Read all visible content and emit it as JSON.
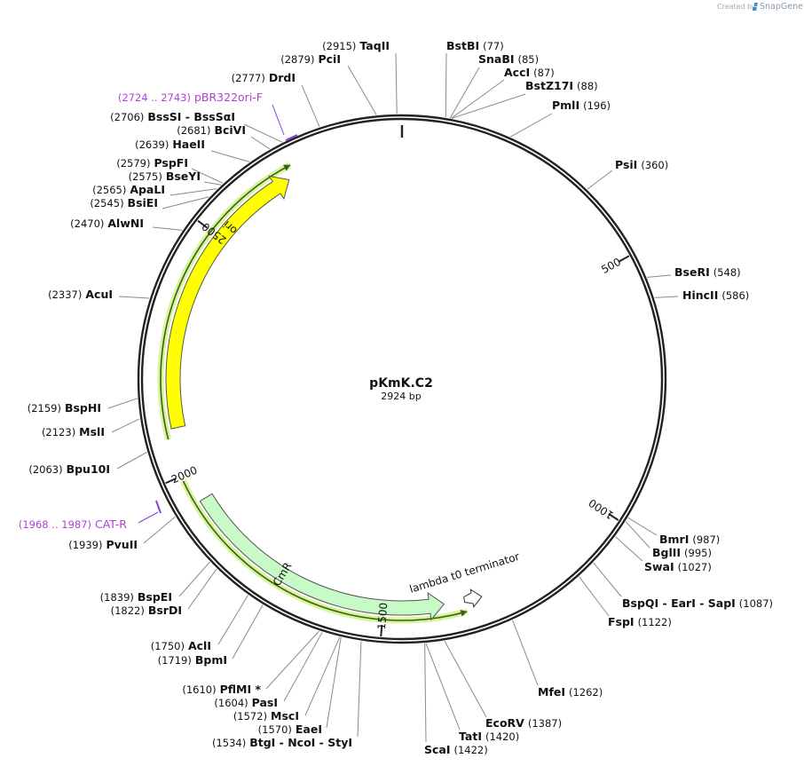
{
  "header": {
    "created_by": "Created by",
    "brand": "SnapGene"
  },
  "plasmid": {
    "name": "pKmK.C2",
    "length": "2924 bp",
    "total_bp": 2924
  },
  "ticks": [
    {
      "label": "500",
      "bp": 500
    },
    {
      "label": "1000",
      "bp": 1000
    },
    {
      "label": "1500",
      "bp": 1500
    },
    {
      "label": "2000",
      "bp": 2000
    },
    {
      "label": "2500",
      "bp": 2500
    }
  ],
  "features": [
    {
      "name": "ori",
      "start": 2094,
      "end": 2684,
      "color": "#ffff00",
      "stroke": "#555555",
      "direction": "cw"
    },
    {
      "name": "CmR",
      "start": 1376,
      "end": 1940,
      "color": "#c8fac8",
      "stroke": "#555555",
      "direction": "ccw"
    },
    {
      "name": "lambda t0 terminator",
      "bp": 1320,
      "color": "#ffffff"
    }
  ],
  "primer_bands": [
    {
      "start": 2075,
      "end": 2700,
      "direction": "cw"
    },
    {
      "start": 1335,
      "end": 1990,
      "direction": "ccw"
    }
  ],
  "primers": [
    {
      "range": "(2724 .. 2743)",
      "name": "pBR322ori-F",
      "bp": 2734
    },
    {
      "range": "(1968 .. 1987)",
      "name": "CAT-R",
      "bp": 1977
    }
  ],
  "sites": [
    {
      "name": "TaqII",
      "pos": "(2915)",
      "bp": 2915
    },
    {
      "name": "PciI",
      "pos": "(2879)",
      "bp": 2879
    },
    {
      "name": "DrdI",
      "pos": "(2777)",
      "bp": 2777
    },
    {
      "name": "BssSI - BssSαI",
      "pos": "(2706)",
      "bp": 2706
    },
    {
      "name": "BciVI",
      "pos": "(2681)",
      "bp": 2681
    },
    {
      "name": "HaeII",
      "pos": "(2639)",
      "bp": 2639
    },
    {
      "name": "PspFI",
      "pos": "(2579)",
      "bp": 2579
    },
    {
      "name": "BseYI",
      "pos": "(2575)",
      "bp": 2575
    },
    {
      "name": "ApaLI",
      "pos": "(2565)",
      "bp": 2565
    },
    {
      "name": "BsiEI",
      "pos": "(2545)",
      "bp": 2545
    },
    {
      "name": "AlwNI",
      "pos": "(2470)",
      "bp": 2470
    },
    {
      "name": "AcuI",
      "pos": "(2337)",
      "bp": 2337
    },
    {
      "name": "BspHI",
      "pos": "(2159)",
      "bp": 2159
    },
    {
      "name": "MslI",
      "pos": "(2123)",
      "bp": 2123
    },
    {
      "name": "Bpu10I",
      "pos": "(2063)",
      "bp": 2063
    },
    {
      "name": "PvuII",
      "pos": "(1939)",
      "bp": 1939
    },
    {
      "name": "BspEI",
      "pos": "(1839)",
      "bp": 1839
    },
    {
      "name": "BsrDI",
      "pos": "(1822)",
      "bp": 1822
    },
    {
      "name": "AclI",
      "pos": "(1750)",
      "bp": 1750
    },
    {
      "name": "BpmI",
      "pos": "(1719)",
      "bp": 1719
    },
    {
      "name": "PflMI *",
      "pos": "(1610)",
      "bp": 1610
    },
    {
      "name": "PasI",
      "pos": "(1604)",
      "bp": 1604
    },
    {
      "name": "MscI",
      "pos": "(1572)",
      "bp": 1572
    },
    {
      "name": "EaeI",
      "pos": "(1570)",
      "bp": 1570
    },
    {
      "name": "BtgI - NcoI - StyI",
      "pos": "(1534)",
      "bp": 1534
    },
    {
      "name": "ScaI",
      "pos": "(1422)",
      "bp": 1422
    },
    {
      "name": "TatI",
      "pos": "(1420)",
      "bp": 1420
    },
    {
      "name": "EcoRV",
      "pos": "(1387)",
      "bp": 1387
    },
    {
      "name": "MfeI",
      "pos": "(1262)",
      "bp": 1262
    },
    {
      "name": "FspI",
      "pos": "(1122)",
      "bp": 1122
    },
    {
      "name": "BspQI - EarI - SapI",
      "pos": "(1087)",
      "bp": 1087
    },
    {
      "name": "SwaI",
      "pos": "(1027)",
      "bp": 1027
    },
    {
      "name": "BglII",
      "pos": "(995)",
      "bp": 995
    },
    {
      "name": "BmrI",
      "pos": "(987)",
      "bp": 987
    },
    {
      "name": "HincII",
      "pos": "(586)",
      "bp": 586
    },
    {
      "name": "BseRI",
      "pos": "(548)",
      "bp": 548
    },
    {
      "name": "PsiI",
      "pos": "(360)",
      "bp": 360
    },
    {
      "name": "PmlI",
      "pos": "(196)",
      "bp": 196
    },
    {
      "name": "BstZ17I",
      "pos": "(88)",
      "bp": 88
    },
    {
      "name": "AccI",
      "pos": "(87)",
      "bp": 87
    },
    {
      "name": "SnaBI",
      "pos": "(85)",
      "bp": 85
    },
    {
      "name": "BstBI",
      "pos": "(77)",
      "bp": 77
    }
  ]
}
